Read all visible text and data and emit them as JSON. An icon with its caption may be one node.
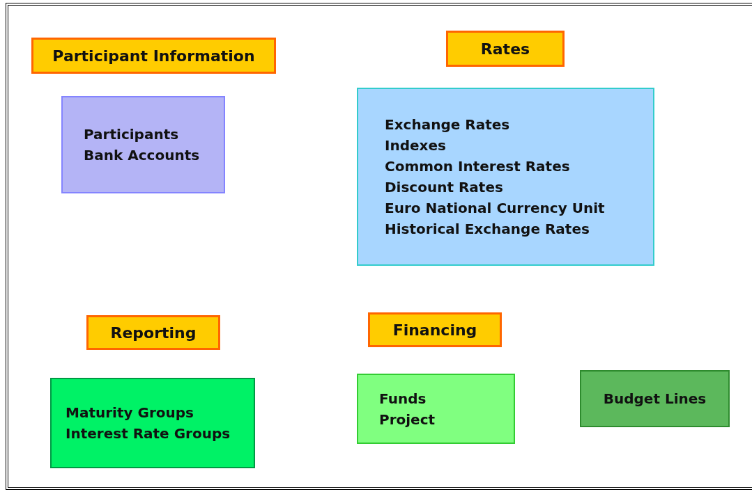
{
  "diagram": {
    "nodes": [
      {
        "text": [
          "Participant Information"
        ]
      },
      {
        "text": [
          "Rates"
        ]
      },
      {
        "text": [
          "Participants",
          "Bank Accounts"
        ]
      },
      {
        "text": [
          "Exchange Rates",
          "Indexes",
          "Common Interest Rates",
          "Discount Rates",
          "Euro National Currency Unit",
          "Historical Exchange Rates"
        ]
      },
      {
        "text": [
          "Reporting"
        ]
      },
      {
        "text": [
          "Financing"
        ]
      },
      {
        "text": [
          "Maturity Groups",
          "Interest Rate Groups"
        ]
      },
      {
        "text": [
          "Funds",
          "Project"
        ]
      },
      {
        "text": [
          "Budget Lines"
        ]
      }
    ],
    "edges": []
  }
}
